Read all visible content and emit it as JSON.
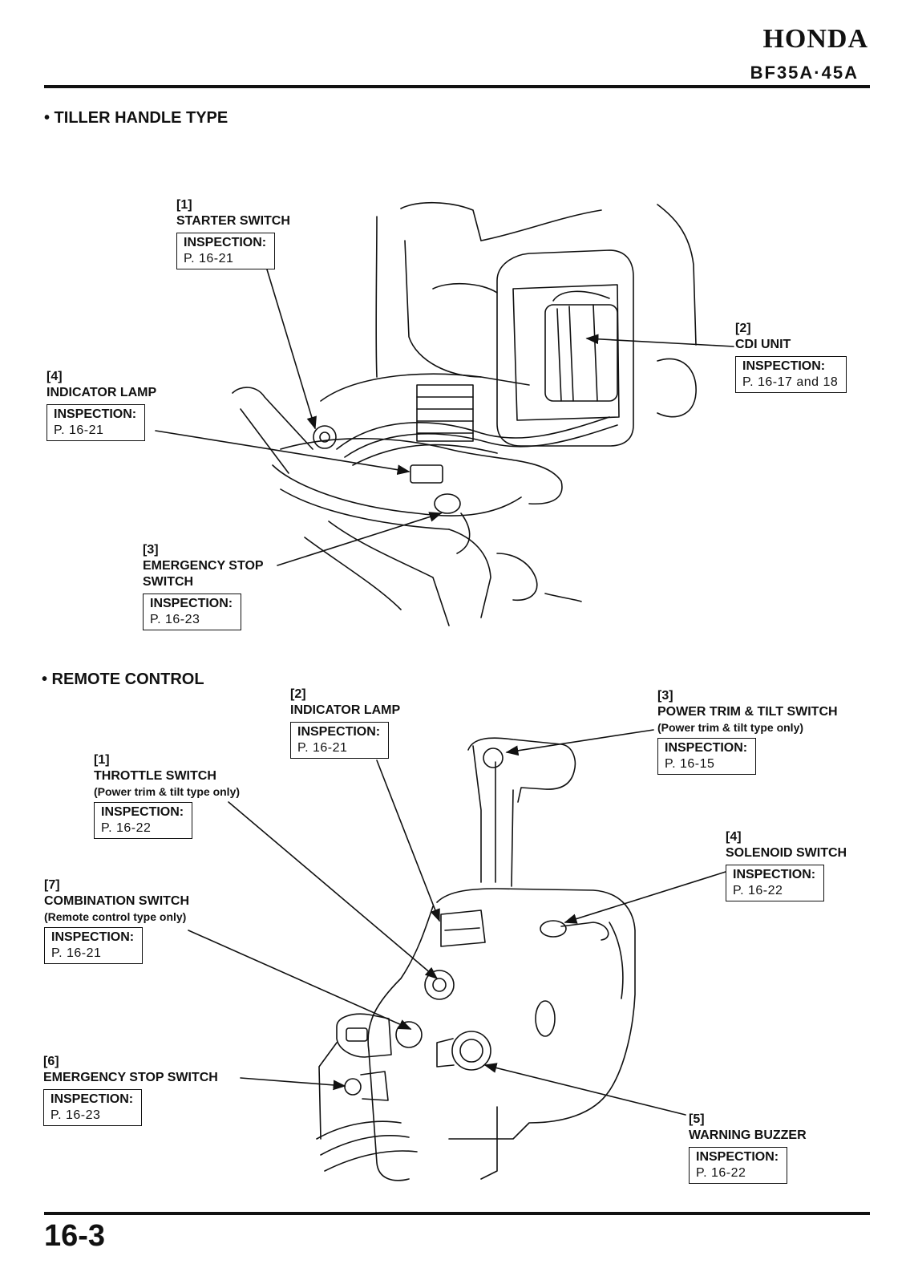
{
  "header": {
    "brand": "HONDA",
    "model": "BF35A·45A"
  },
  "page_number": "16-3",
  "tiller": {
    "title": "• TILLER HANDLE TYPE",
    "callouts": [
      {
        "num": "[1]",
        "label": "STARTER SWITCH",
        "inspection": "INSPECTION:",
        "page": "P. 16-21"
      },
      {
        "num": "[2]",
        "label": "CDI UNIT",
        "inspection": "INSPECTION:",
        "page": "P. 16-17 and 18"
      },
      {
        "num": "[3]",
        "label": "EMERGENCY STOP SWITCH",
        "label_line1": "EMERGENCY STOP",
        "label_line2": "SWITCH",
        "inspection": "INSPECTION:",
        "page": "P. 16-23"
      },
      {
        "num": "[4]",
        "label": "INDICATOR LAMP",
        "inspection": "INSPECTION:",
        "page": "P. 16-21"
      }
    ]
  },
  "remote": {
    "title": "• REMOTE CONTROL",
    "callouts": [
      {
        "num": "[1]",
        "label": "THROTTLE SWITCH",
        "note": "(Power trim & tilt type only)",
        "inspection": "INSPECTION:",
        "page": "P. 16-22"
      },
      {
        "num": "[2]",
        "label": "INDICATOR LAMP",
        "inspection": "INSPECTION:",
        "page": "P. 16-21"
      },
      {
        "num": "[3]",
        "label": "POWER TRIM & TILT SWITCH",
        "note": "(Power trim & tilt type only)",
        "inspection": "INSPECTION:",
        "page": "P. 16-15"
      },
      {
        "num": "[4]",
        "label": "SOLENOID SWITCH",
        "inspection": "INSPECTION:",
        "page": "P. 16-22"
      },
      {
        "num": "[5]",
        "label": "WARNING BUZZER",
        "inspection": "INSPECTION:",
        "page": "P. 16-22"
      },
      {
        "num": "[6]",
        "label": "EMERGENCY STOP SWITCH",
        "inspection": "INSPECTION:",
        "page": "P. 16-23"
      },
      {
        "num": "[7]",
        "label": "COMBINATION SWITCH",
        "note": "(Remote control type only)",
        "inspection": "INSPECTION:",
        "page": "P. 16-21"
      }
    ]
  }
}
